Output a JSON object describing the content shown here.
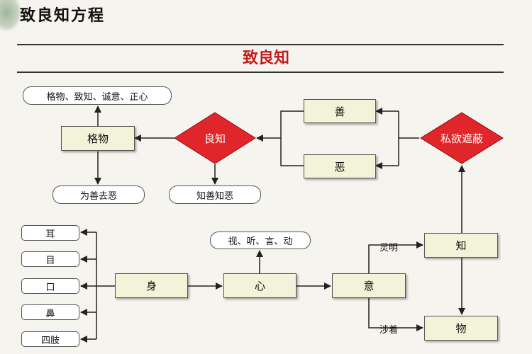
{
  "page_title": "致良知方程",
  "diagram_title": "致良知",
  "nodes": {
    "gewu_steps": "格物、致知、诚意、正心",
    "gewu": "格物",
    "wei_shan_qu_e": "为善去恶",
    "liangzhi": "良知",
    "zhi_shan_zhi_e": "知善知恶",
    "shan": "善",
    "e": "恶",
    "siyu": "私欲遮蔽",
    "er": "耳",
    "mu": "目",
    "kou": "口",
    "bi": "鼻",
    "sizhi": "四肢",
    "shen": "身",
    "xin": "心",
    "actions": "视、听、言、动",
    "yi": "意",
    "zhi": "知",
    "wu": "物"
  },
  "edge_labels": {
    "lingming": "灵明",
    "shezhuo": "涉着"
  },
  "colors": {
    "title_red": "#c41a1a",
    "diamond_fill": "#e0262a",
    "box_fill": "#f3f3d9",
    "line": "#222222"
  }
}
